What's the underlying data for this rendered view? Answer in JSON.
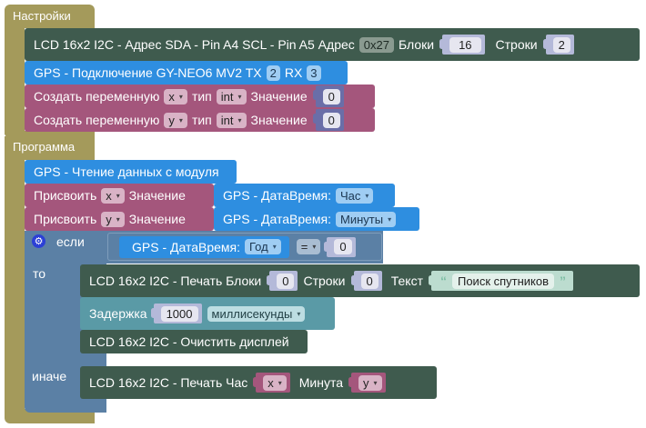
{
  "setup": {
    "label": "Настройки",
    "lcd_init": {
      "label": "LCD 16x2 I2C - Адрес  SDA - Pin A4 SCL - Pin A5 Адрес",
      "address": "0x27",
      "cols_label": "Блоки",
      "cols": "16",
      "rows_label": "Строки",
      "rows": "2"
    },
    "gps_connect": {
      "label": "GPS - Подключение GY-NEO6 MV2  TX",
      "tx": "2",
      "rx_label": "RX",
      "rx": "3"
    },
    "vars": [
      {
        "label": "Создать переменную",
        "name": "x",
        "type_label": "тип",
        "type": "int",
        "value_label": "Значение",
        "value": "0"
      },
      {
        "label": "Создать переменную",
        "name": "y",
        "type_label": "тип",
        "type": "int",
        "value_label": "Значение",
        "value": "0"
      }
    ]
  },
  "program": {
    "label": "Программа",
    "gps_read": "GPS - Чтение данных с модуля",
    "assigns": [
      {
        "label": "Присвоить",
        "var": "x",
        "value_label": "Значение",
        "gps_label": "GPS - ДатаВремя:",
        "field": "Час"
      },
      {
        "label": "Присвоить",
        "var": "y",
        "value_label": "Значение",
        "gps_label": "GPS - ДатаВремя:",
        "field": "Минуты"
      }
    ],
    "if_block": {
      "if_label": "если",
      "cond_gps_label": "GPS - ДатаВремя:",
      "cond_field": "Год",
      "operator": "=",
      "cond_value": "0",
      "then_label": "то",
      "else_label": "иначе",
      "then": {
        "print": {
          "label": "LCD 16x2 I2C - Печать  Блоки",
          "col": "0",
          "rows_label": "Строки",
          "row": "0",
          "text_label": "Текст",
          "open_quote": "“",
          "text": "Поиск спутников",
          "close_quote": "”"
        },
        "delay": {
          "label": "Задержка",
          "value": "1000",
          "unit": "миллисекунды"
        },
        "clear": "LCD 16x2 I2C - Очистить дисплей"
      },
      "else": {
        "print_time": {
          "label": "LCD 16x2 I2C - Печать  Час",
          "hour_var": "x",
          "minute_label": "Минута",
          "minute_var": "y"
        }
      }
    }
  },
  "icons": {
    "dropdown": "▾",
    "gear": "⚙"
  }
}
